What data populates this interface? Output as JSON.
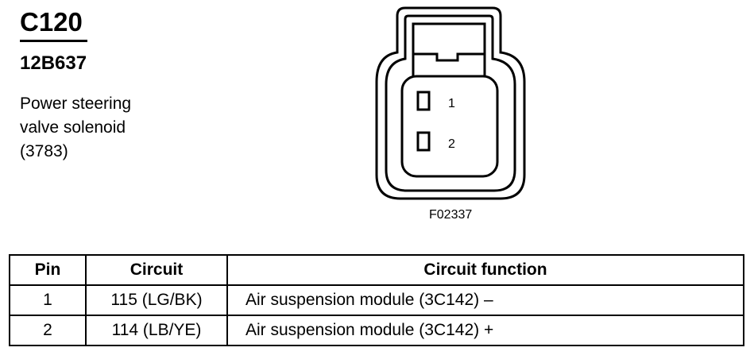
{
  "connector_id": "C120",
  "part_number": "12B637",
  "description_lines": [
    "Power steering",
    "valve solenoid",
    "(3783)"
  ],
  "pin_labels": [
    "1",
    "2"
  ],
  "figure_id": "F02337",
  "table": {
    "headers": [
      "Pin",
      "Circuit",
      "Circuit function"
    ],
    "rows": [
      {
        "pin": "1",
        "circuit": "115 (LG/BK)",
        "function": "Air suspension module (3C142) –"
      },
      {
        "pin": "2",
        "circuit": "114 (LB/YE)",
        "function": "Air suspension module (3C142) +"
      }
    ]
  }
}
